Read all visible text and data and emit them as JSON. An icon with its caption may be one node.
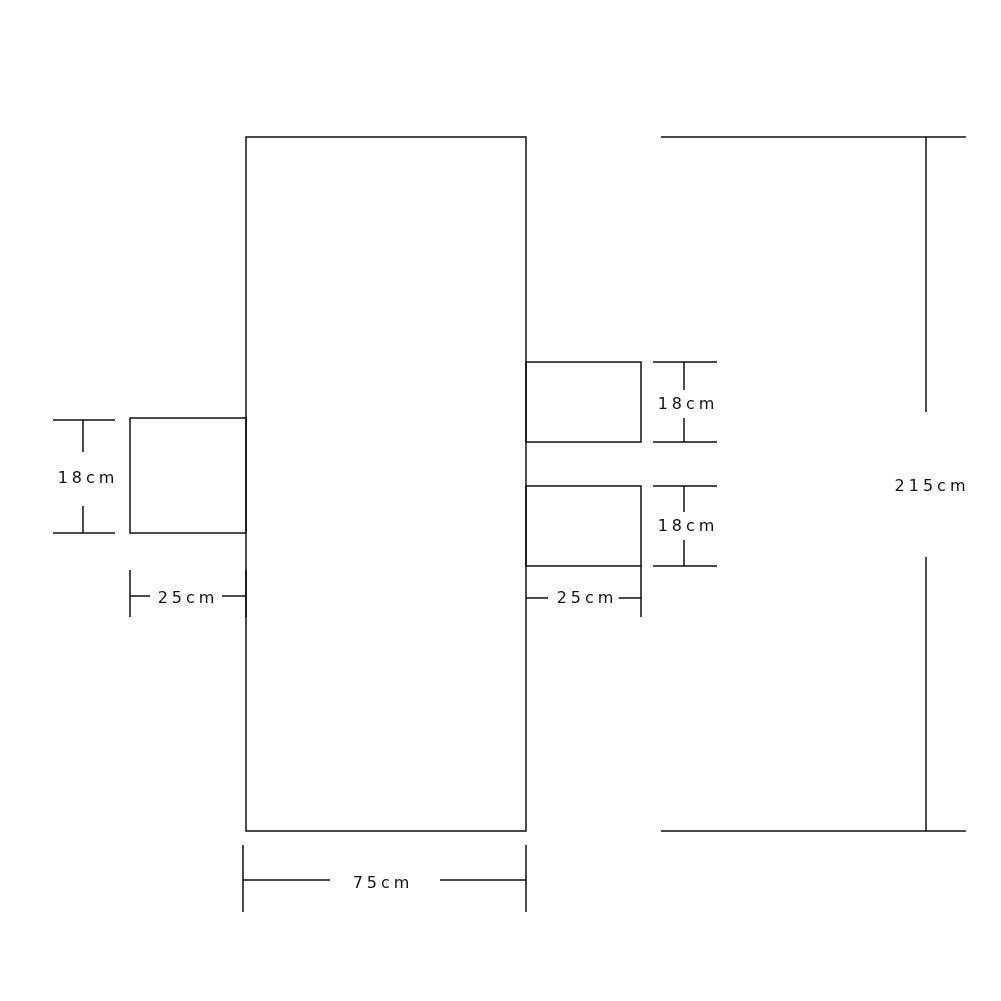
{
  "diagram": {
    "labels": [
      "18cm",
      "18cm",
      "215cm",
      "18cm",
      "25cm",
      "25cm",
      "75cm"
    ]
  }
}
